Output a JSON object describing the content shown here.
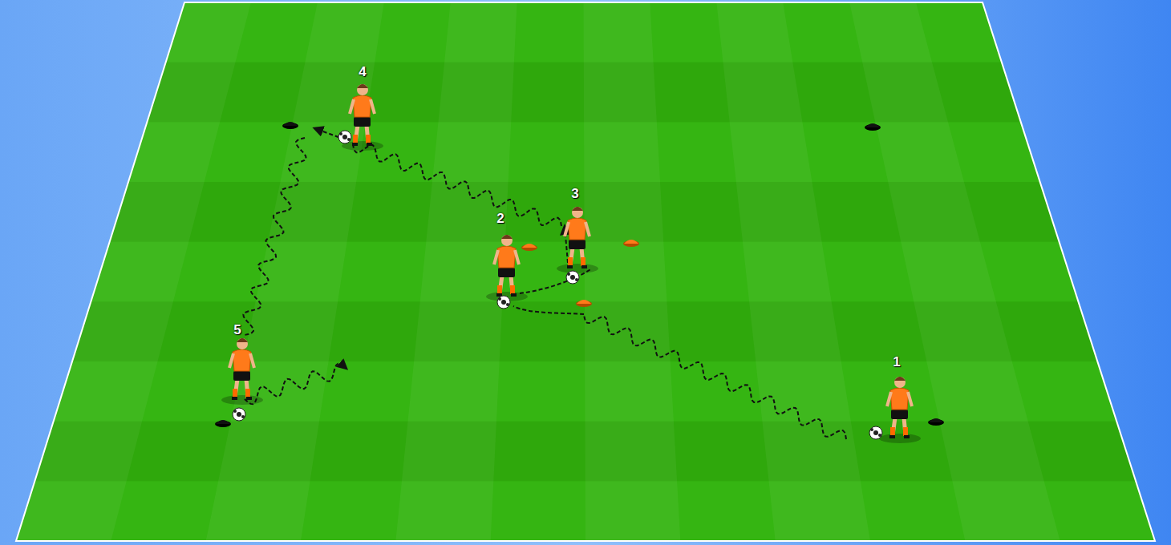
{
  "diagram": {
    "labels": [
      "4",
      "3",
      "2",
      "5",
      "1"
    ]
  }
}
